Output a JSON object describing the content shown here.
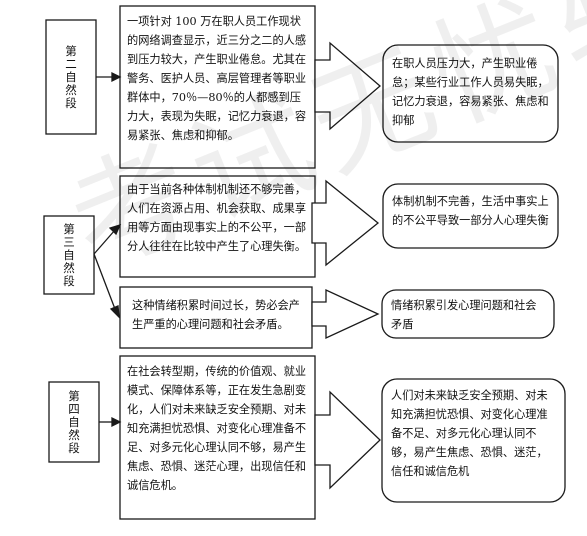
{
  "labels": {
    "p2": "第二自然段",
    "p3": "第三自然段",
    "p4": "第四自然段"
  },
  "mid_texts": {
    "b1": "一项针对 100 万在职人员工作现状的网络调查显示，近三分之二的人感到压力较大，产生职业倦怠。尤其在警务、医护人员、高层管理者等职业群体中，70％—80％的人都感到压力大，表现为失眠，记忆力衰退，容易紧张、焦虑和抑郁。",
    "b2": "由于当前各种体制机制还不够完善，人们在资源占用、机会获取、成果享用等方面由现事实上的不公平，一部分人往往在比较中产生了心理失衡。",
    "b3": "这种情绪积累时间过长，势必会产生严重的心理问题和社会矛盾。",
    "b4": "在社会转型期，传统的价值观、就业模式、保障体系等，正在发生急剧变化，人们对未来缺乏安全预期、对未知充满担忧恐惧、对变化心理准备不足、对多元化心理认同不够，易产生焦虑、恐惧、迷茫心理，出现信任和诚信危机。"
  },
  "summaries": {
    "s1": "在职人员压力大，产生职业倦怠；某些行业工作人员易失眠，记忆力衰退，容易紧张、焦虑和抑郁",
    "s2": "体制机制不完善，生活中事实上的不公平导致一部分人心理失衡",
    "s3": "情绪积累引发心理问题和社会矛盾",
    "s4": "人们对未来缺乏安全预期、对未知充满担忧恐惧、对变化心理准备不足、对多元化心理认同不够，易产生焦虑、恐惧、迷茫，信任和诚信危机"
  },
  "watermark": "考试无忧软件"
}
